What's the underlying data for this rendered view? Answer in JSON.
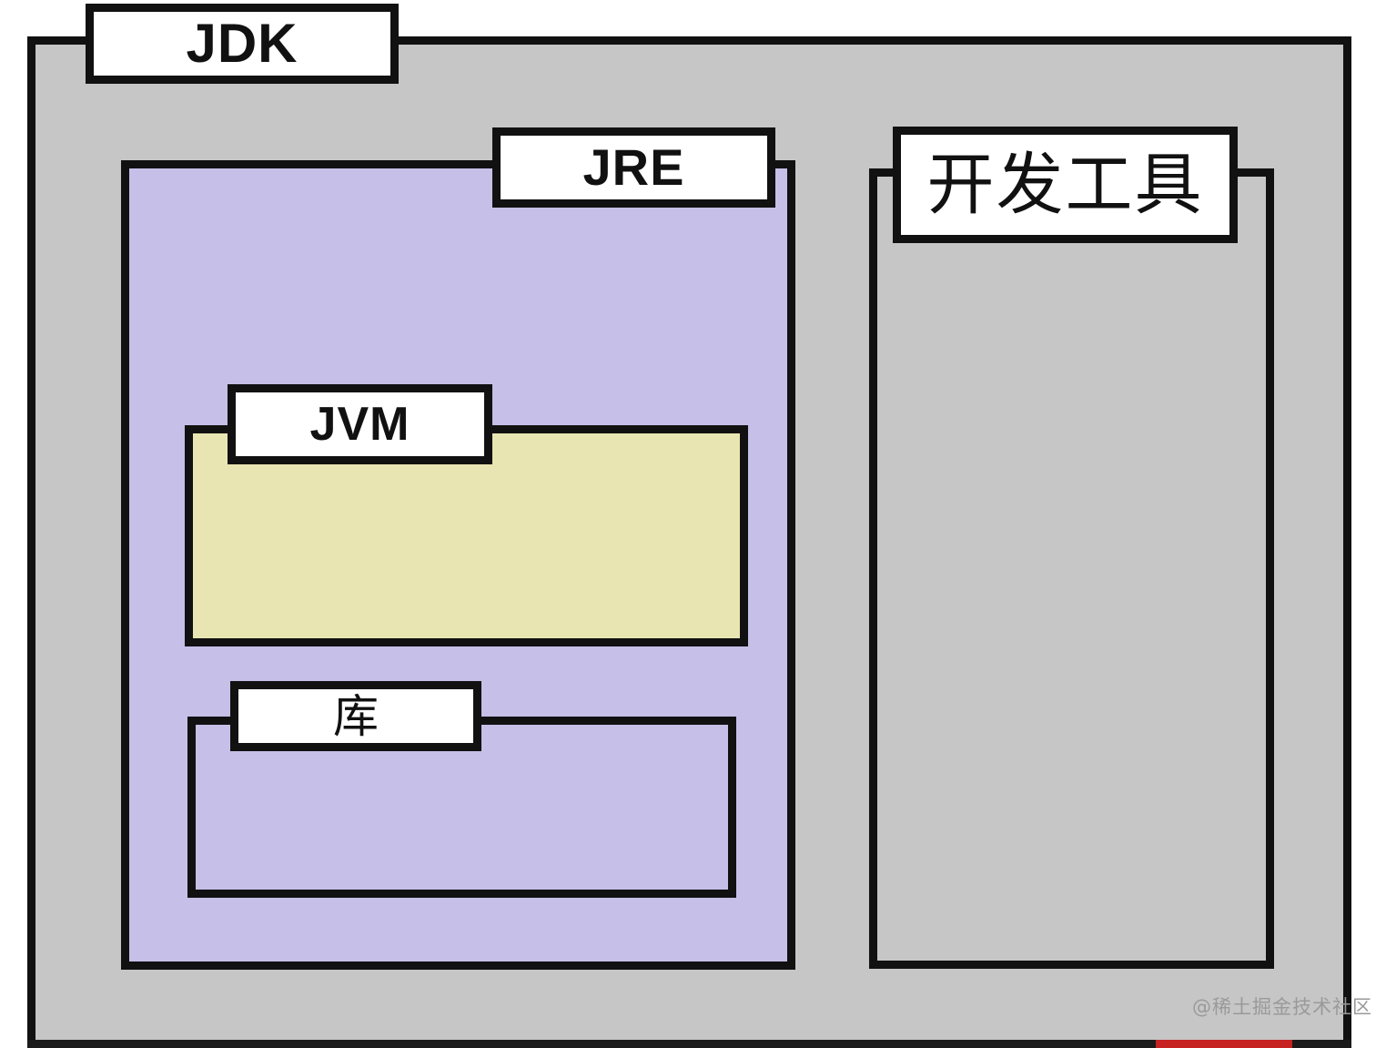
{
  "diagram": {
    "title": "JDK / JRE / JVM composition diagram",
    "type": "nested-boxes",
    "boxes": {
      "jdk": {
        "label": "JDK",
        "fill_color": "#c6c6c6",
        "border_color": "#111111",
        "level": 0
      },
      "jre": {
        "label": "JRE",
        "fill_color": "#c6bfe8",
        "border_color": "#111111",
        "level": 1,
        "parent": "JDK"
      },
      "devtools": {
        "label": "开发工具",
        "fill_color": "#c6c6c6",
        "border_color": "#111111",
        "level": 1,
        "parent": "JDK"
      },
      "jvm": {
        "label": "JVM",
        "fill_color": "#e9e5b2",
        "border_color": "#111111",
        "level": 2,
        "parent": "JRE"
      },
      "library": {
        "label": "库",
        "fill_color": "#c6bfe8",
        "border_color": "#111111",
        "level": 2,
        "parent": "JRE"
      }
    }
  },
  "watermark": {
    "text": "@稀土掘金技术社区"
  }
}
